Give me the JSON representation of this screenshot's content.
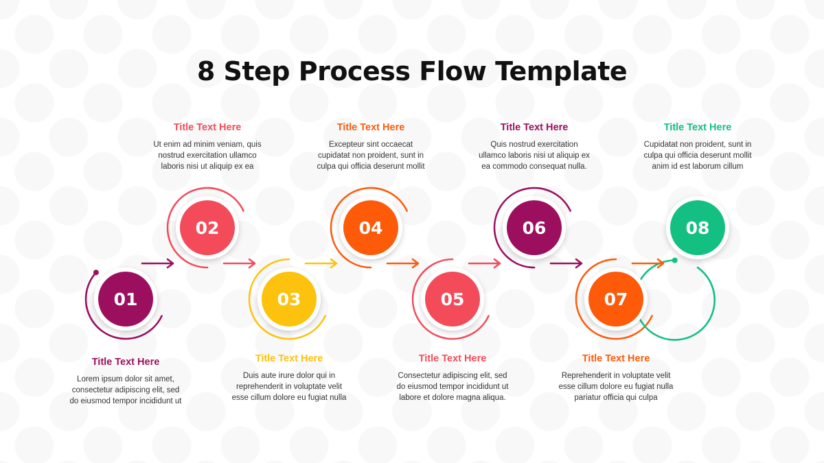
{
  "title": "8 Step Process Flow Template",
  "steps": [
    {
      "number": "01",
      "title": "Title Text Here",
      "color": "#9C0F5F",
      "lines": [
        "Lorem ipsum dolor sit amet,",
        "consectetur adipiscing elit, sed",
        "do eiusmod tempor incididunt ut"
      ]
    },
    {
      "number": "02",
      "title": "Title Text Here",
      "color": "#F34B5A",
      "lines": [
        "Ut enim ad minim veniam, quis",
        "nostrud exercitation ullamco",
        "laboris nisi ut aliquip ex ea"
      ]
    },
    {
      "number": "03",
      "title": "Title Text Here",
      "color": "#FDC20E",
      "lines": [
        "Duis aute irure dolor qui in",
        "reprehenderit in voluptate velit",
        "esse cillum dolore eu fugiat nulla"
      ]
    },
    {
      "number": "04",
      "title": "Title Text Here",
      "color": "#FD5A0A",
      "lines": [
        "Excepteur sint occaecat",
        "cupidatat non proident, sunt in",
        "culpa qui officia deserunt mollit"
      ]
    },
    {
      "number": "05",
      "title": "Title Text Here",
      "color": "#F34B5A",
      "lines": [
        "Consectetur adipiscing elit, sed",
        "do eiusmod tempor incididunt ut",
        "labore et dolore magna aliqua."
      ]
    },
    {
      "number": "06",
      "title": "Title Text Here",
      "color": "#9C0F5F",
      "lines": [
        "Quis nostrud exercitation",
        "ullamco laboris nisi ut aliquip ex",
        "ea commodo consequat nulla."
      ]
    },
    {
      "number": "07",
      "title": "Title Text Here",
      "color": "#FD5A0A",
      "lines": [
        "Reprehenderit in voluptate velit",
        "esse cillum dolore eu fugiat nulla",
        "pariatur officia qui culpa"
      ]
    },
    {
      "number": "08",
      "title": "Title Text Here",
      "color": "#13C081",
      "lines": [
        "Cupidatat non proident, sunt in",
        "culpa qui officia deserunt mollit",
        "anim id est laborum cillum"
      ]
    }
  ]
}
